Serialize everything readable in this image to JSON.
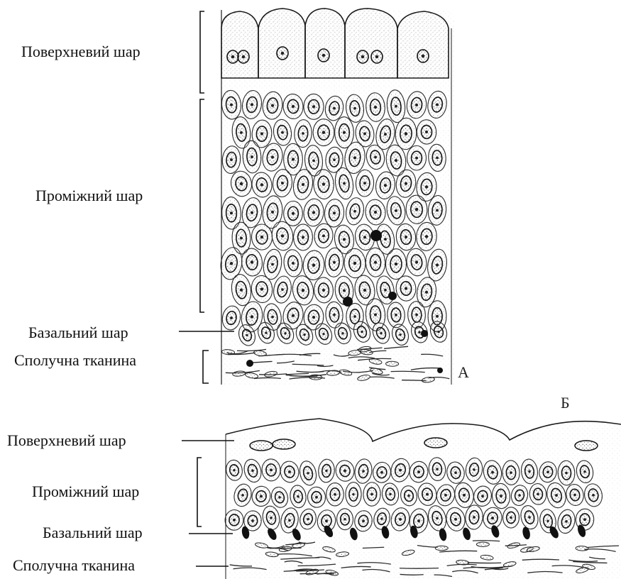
{
  "panels": [
    {
      "letter": "А",
      "labels": {
        "surface": "Поверхневий шар",
        "intermediate": "Проміжний шар",
        "basal": "Базальний шар",
        "connective": "Сполучна тканина"
      }
    },
    {
      "letter": "Б",
      "labels": {
        "surface": "Поверхневий шар",
        "intermediate": "Проміжний шар",
        "basal": "Базальний шар",
        "connective": "Сполучна тканина"
      }
    }
  ],
  "colors": {
    "ink": "#1a1a1a",
    "background": "#ffffff",
    "stipple": "#9a9a9a"
  }
}
